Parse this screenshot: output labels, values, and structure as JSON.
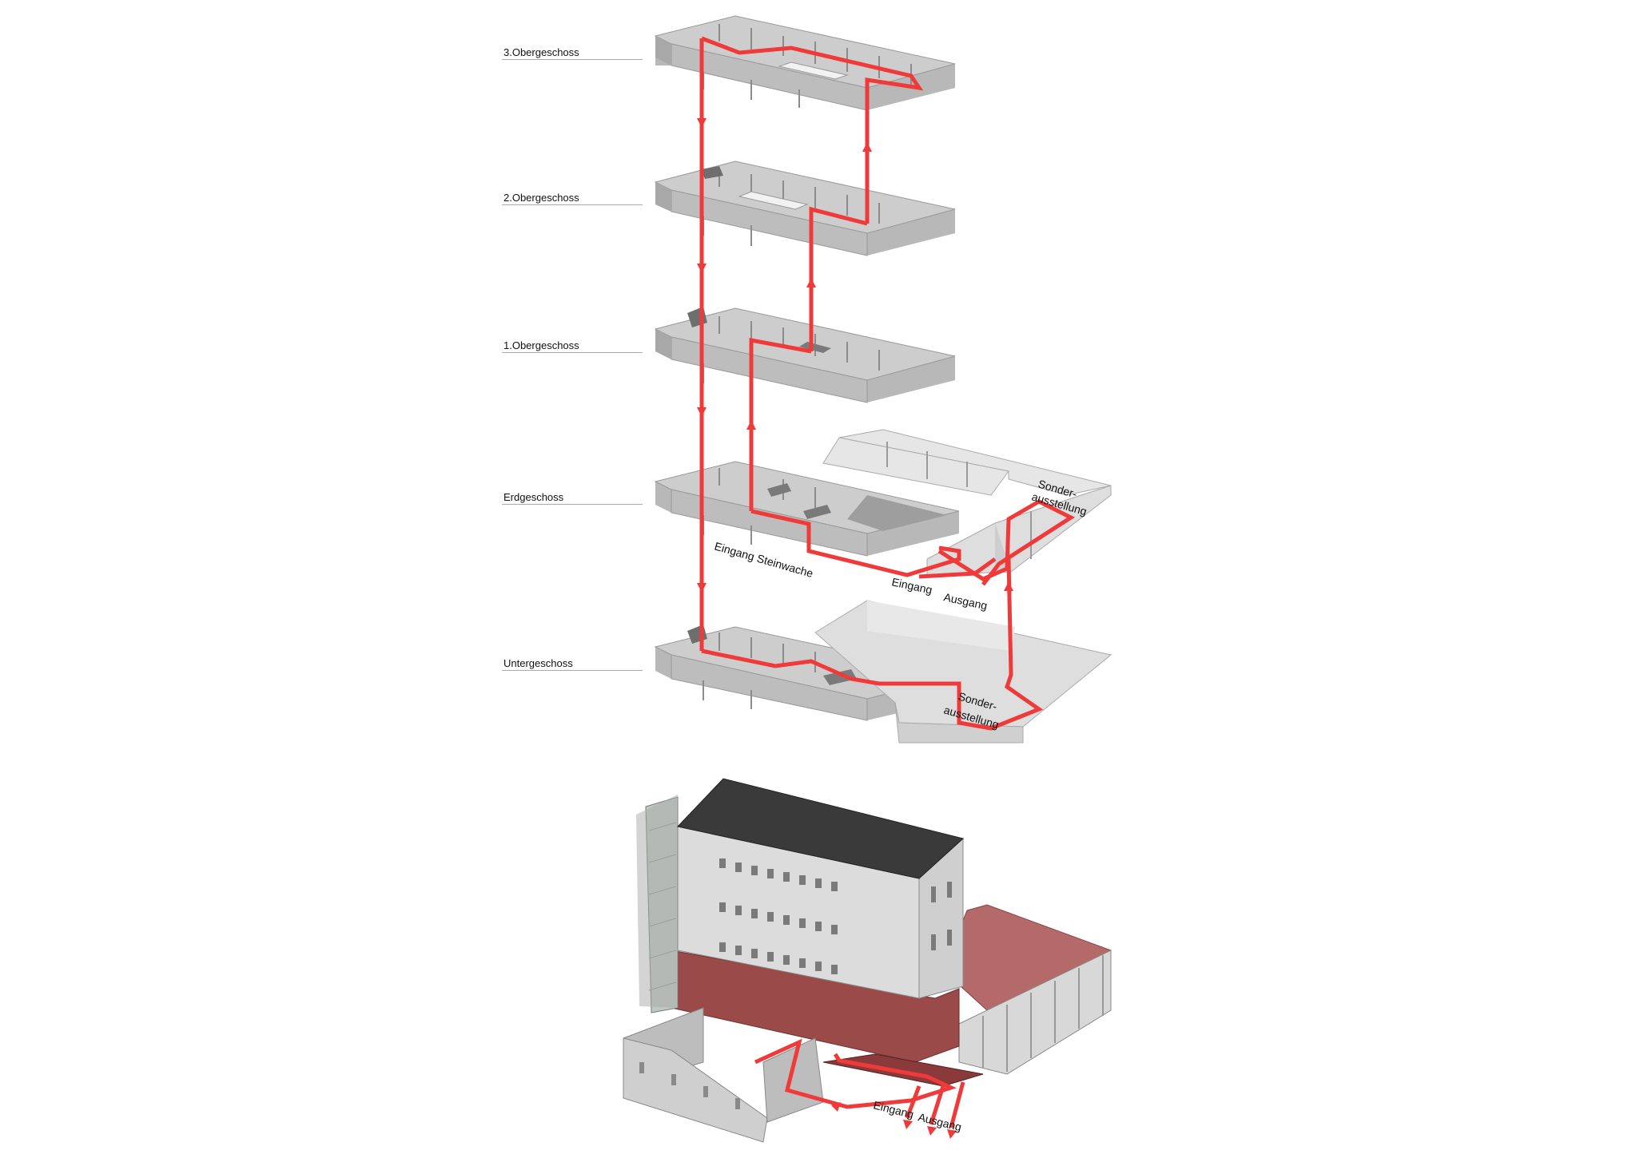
{
  "floors": [
    {
      "key": "og3",
      "label": "3.Obergeschoss"
    },
    {
      "key": "og2",
      "label": "2.Obergeschoss"
    },
    {
      "key": "og1",
      "label": "1.Obergeschoss"
    },
    {
      "key": "eg",
      "label": "Erdgeschoss"
    },
    {
      "key": "ug",
      "label": "Untergeschoss"
    }
  ],
  "annotations": {
    "eingang_steinwache": "Eingang Steinwache",
    "eg_eingang": "Eingang",
    "eg_ausgang": "Ausgang",
    "eg_sonder_1": "Sonder-",
    "eg_sonder_2": "ausstellung",
    "ug_sonder_1": "Sonder-",
    "ug_sonder_2": "ausstellung",
    "building_eingang": "Eingang",
    "building_ausgang": "Ausgang"
  },
  "colors": {
    "route": "#f03a3a",
    "floor_slab": "#c8c8c8",
    "floor_slab_light": "#e2e2e2",
    "roof": "#3a3a3a",
    "facade": "#dcdcdc",
    "brick": "#9b4a4a",
    "annex_roof": "#b56a6a"
  }
}
